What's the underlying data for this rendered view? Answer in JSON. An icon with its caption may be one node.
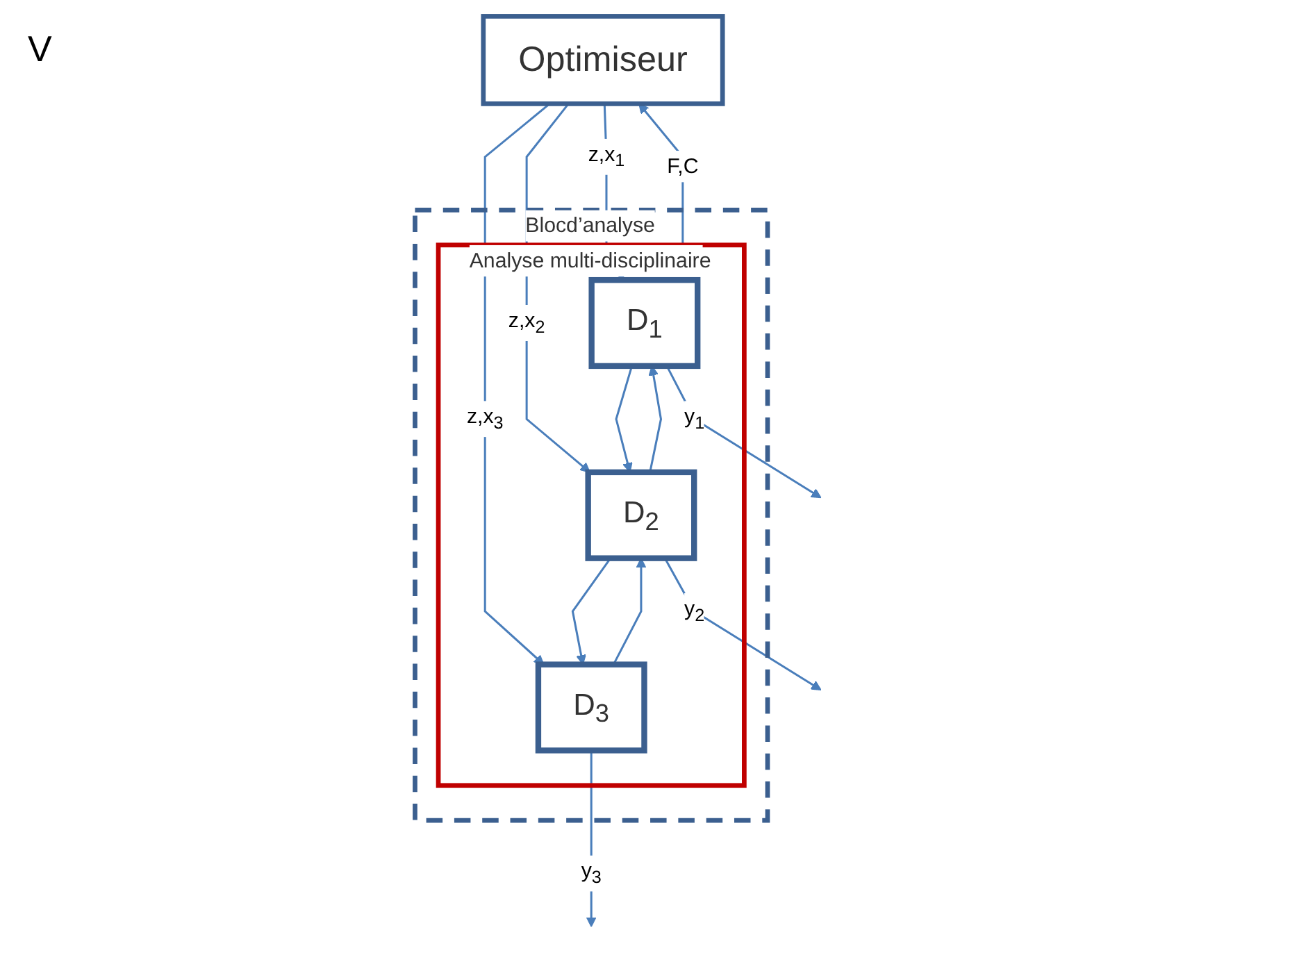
{
  "diagram": {
    "nodes": [
      {
        "text": [
          "Optimiseur"
        ]
      },
      {
        "text": [
          "Blocd’analyse"
        ]
      },
      {
        "text": [
          "Analyse multi-disciplinaire"
        ],
        "in": 1
      },
      {
        "text": [
          "D$_{1}$"
        ],
        "in": 2
      },
      {
        "text": [
          "D$_{2}$"
        ],
        "in": 2
      },
      {
        "text": [
          "D$_{3}$"
        ],
        "in": 2
      }
    ],
    "edges": [
      {
        "from": 0,
        "to": 3,
        "arrow": "to",
        "label": "z,x$_{1}$"
      },
      {
        "from": 0,
        "to": 4,
        "arrow": "to",
        "label": "z,x$_{2}$"
      },
      {
        "from": 0,
        "to": 5,
        "arrow": "to",
        "label": "z,x$_{3}$"
      },
      {
        "from": 2,
        "to": 0,
        "arrow": "to",
        "label": "F,C"
      },
      {
        "from": 3,
        "to": 4,
        "arrow": "to"
      },
      {
        "from": 4,
        "to": 3,
        "arrow": "to"
      },
      {
        "from": 4,
        "to": 5,
        "arrow": "to"
      },
      {
        "from": 5,
        "to": 4,
        "arrow": "to"
      },
      {
        "from": 3,
        "to": null,
        "arrow": "to",
        "label": "y$_{1}$"
      },
      {
        "from": 4,
        "to": null,
        "arrow": "to",
        "label": "y$_{2}$"
      },
      {
        "from": 5,
        "to": null,
        "arrow": "to",
        "label": "y$_{3}$"
      }
    ],
    "labels": [
      "V"
    ]
  }
}
